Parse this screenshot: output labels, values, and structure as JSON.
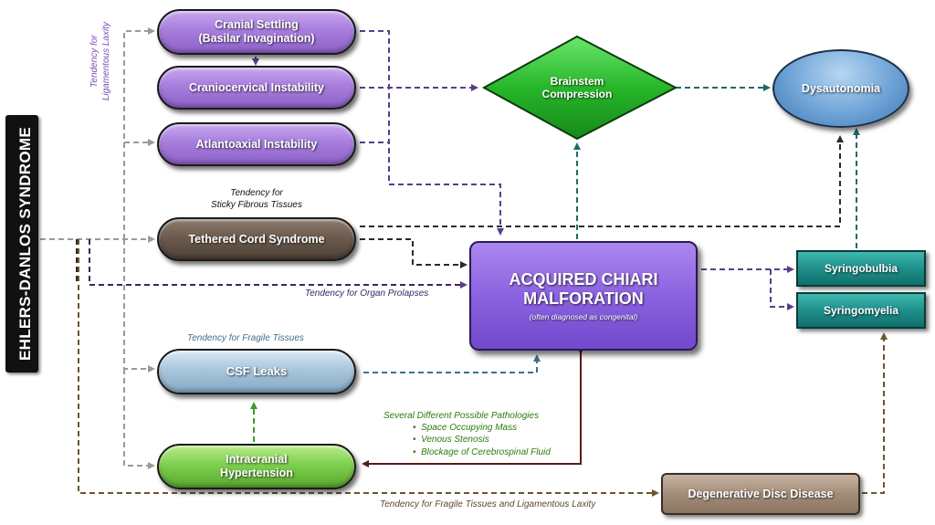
{
  "side_label": "EHLERS-DANLOS SYNDROME",
  "nodes": {
    "cranial_settling": "Cranial Settling\n(Basilar Invagination)",
    "craniocervical": "Craniocervical Instability",
    "atlantoaxial": "Atlantoaxial Instability",
    "tethered_cord": "Tethered Cord Syndrome",
    "csf_leaks": "CSF Leaks",
    "intracranial": "Intracranial\nHypertension",
    "brainstem": "Brainstem\nCompression",
    "dysautonomia": "Dysautonomia",
    "chiari_title": "ACQUIRED CHIARI\nMALFORATION",
    "chiari_sub": "(often diagnosed as congenital)",
    "syringobulbia": "Syringobulbia",
    "syringomyelia": "Syringomyelia",
    "ddd": "Degenerative Disc Disease"
  },
  "labels": {
    "ligamentous": "Tendency for\nLigamentous Laxity",
    "sticky": "Tendency for\nSticky Fibrous Tissues",
    "organ": "Tendency for Organ Prolapses",
    "fragile": "Tendency for Fragile Tissues",
    "fragile_lig": "Tendency for Fragile Tissues and Ligamentous Laxity",
    "pathologies_title": "Several Different Possible Pathologies",
    "pathologies": [
      "Space Occupying Mass",
      "Venous Stenosis",
      "Blockage of Cerebrospinal Fluid"
    ]
  },
  "colors": {
    "gray_line": "#9a9a9a",
    "purple_line": "#5a3d8a",
    "dark_line": "#2a2a2a",
    "teal_line": "#1f6b63",
    "steel_line": "#3d6f90",
    "green_line": "#3e9a2a",
    "maroon_line": "#5a1a1a",
    "brown_line": "#6a5630",
    "purple_text": "#7a4fb6",
    "steel_text": "#3d6f90",
    "green_text": "#2f7a10",
    "brown_text": "#5a4a30"
  }
}
